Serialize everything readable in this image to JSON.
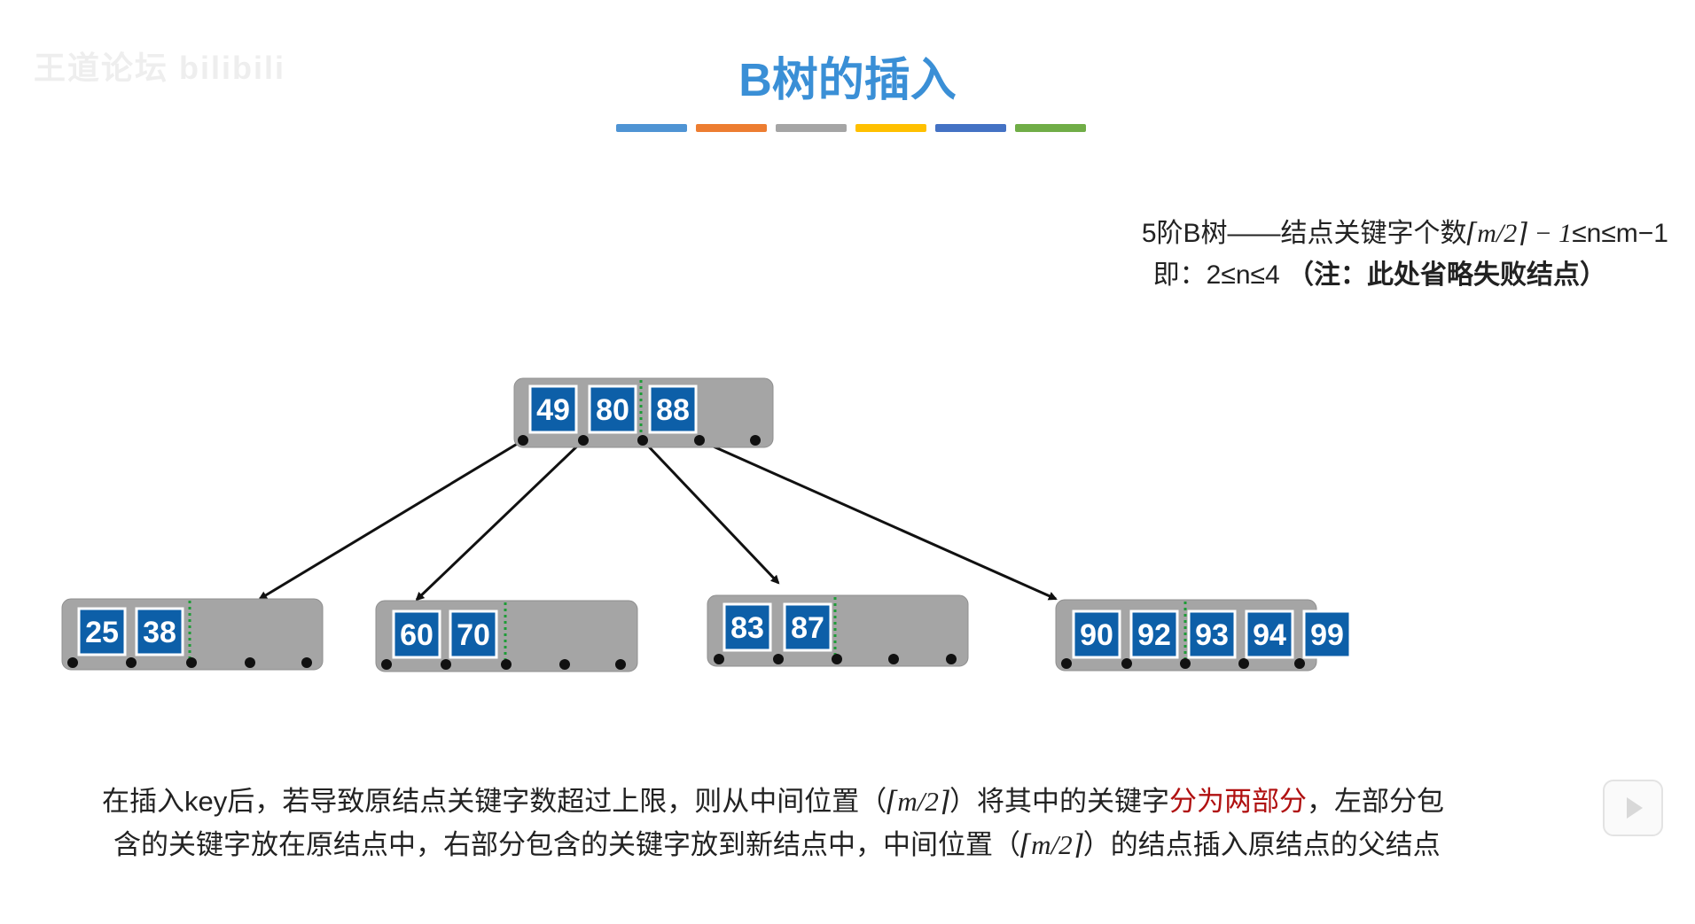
{
  "watermark": "王道论坛 bilibili",
  "title": "B树的插入",
  "color_bars": [
    "#4f94d4",
    "#ed7d31",
    "#a5a5a5",
    "#ffc000",
    "#4472c4",
    "#70ad47"
  ],
  "rule": {
    "line1_prefix": "5阶B树——结点关键字个数",
    "line1_math": "⌈m/2⌉ − 1",
    "line1_suffix": "≤n≤m−1",
    "line2_prefix": "即：2≤n≤4 ",
    "line2_note": "（注：此处省略失败结点）"
  },
  "tree": {
    "root": [
      "49",
      "80",
      "88"
    ],
    "children": [
      [
        "25",
        "38"
      ],
      [
        "60",
        "70"
      ],
      [
        "83",
        "87"
      ],
      [
        "90",
        "92",
        "93",
        "94",
        "99"
      ]
    ]
  },
  "colors": {
    "node_fill": "#a5a5a5",
    "key_fill": "#0d5fa8",
    "key_stroke": "#ffffff",
    "divider": "#1e9c37",
    "highlight": "#b01010"
  },
  "explanation": {
    "l1_a": "在插入key后，若导致原结点关键字数超过上限，则从中间位置（",
    "l1_math": "⌈m/2⌉",
    "l1_b": "）将其中的关键字",
    "l1_hl": "分为两部分",
    "l1_c": "，左部分包",
    "l2_a": "含的关键字放在原结点中，右部分包含的关键字放到新结点中，中间位置（",
    "l2_math": "⌈m/2⌉",
    "l2_b": "）的结点插入原结点的父结点"
  }
}
